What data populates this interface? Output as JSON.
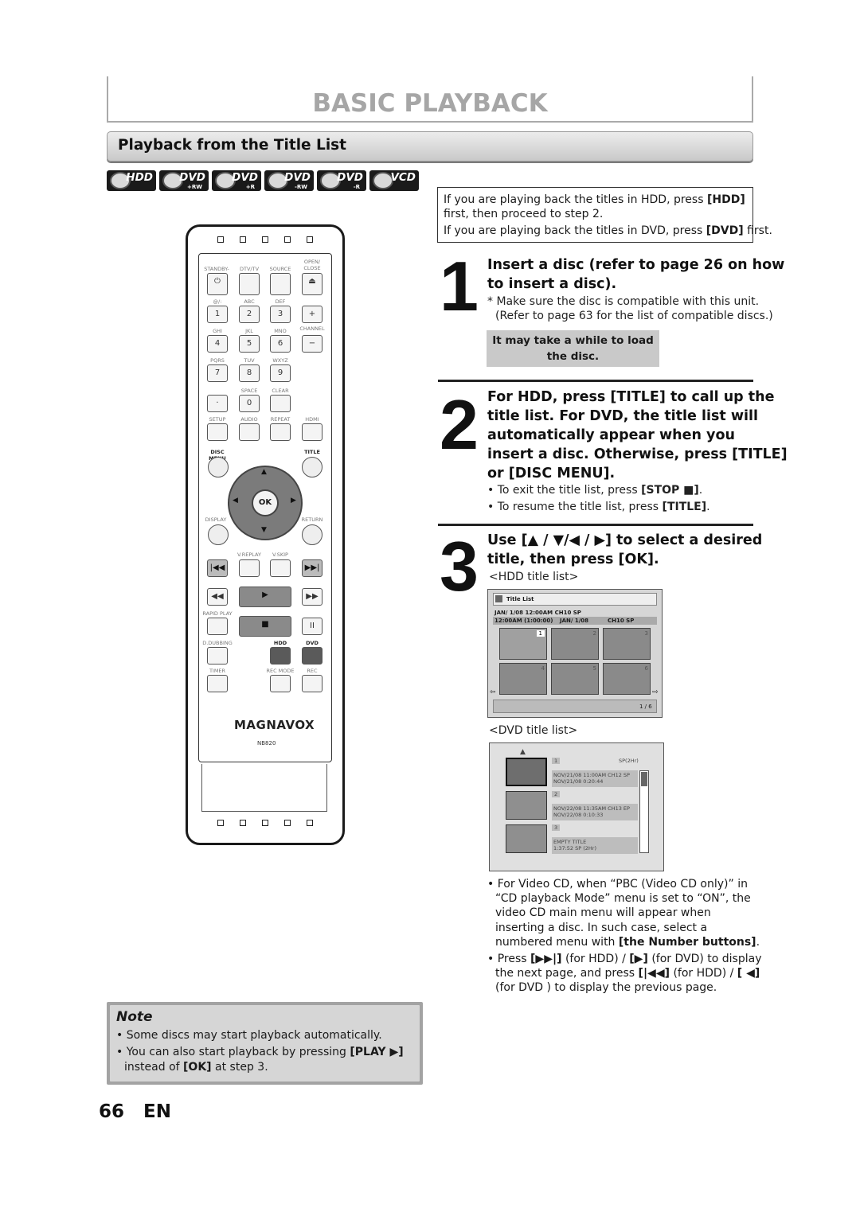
{
  "header": {
    "title": "BASIC PLAYBACK",
    "section_title": "Playback from the Title List"
  },
  "badges": [
    {
      "label": "HDD",
      "sub": ""
    },
    {
      "label": "DVD",
      "sub": "+RW"
    },
    {
      "label": "DVD",
      "sub": "+R"
    },
    {
      "label": "DVD",
      "sub": "-RW"
    },
    {
      "label": "DVD",
      "sub": "-R"
    },
    {
      "label": "VCD",
      "sub": ""
    }
  ],
  "remote": {
    "labels": {
      "standby": "STANDBY-ON",
      "dtvtv": "DTV/TV",
      "source": "SOURCE",
      "open_close": "OPEN/ CLOSE",
      "at": "@/:",
      "abc": "ABC",
      "def": "DEF",
      "ghi": "GHI",
      "jkl": "JKL",
      "mno": "MNO",
      "channel": "CHANNEL",
      "pqrs": "PQRS",
      "tuv": "TUV",
      "wxyz": "WXYZ",
      "space": "SPACE",
      "clear": "CLEAR",
      "setup": "SETUP",
      "audio": "AUDIO",
      "repeat": "REPEAT",
      "hdmi": "HDMI",
      "disc_menu": "DISC MENU",
      "title": "TITLE",
      "ok": "OK",
      "display": "DISPLAY",
      "return": "RETURN",
      "vreplay": "V.REPLAY",
      "vskip": "V.SKIP",
      "rapid_play": "RAPID PLAY",
      "d_dubbing": "D.DUBBING",
      "hdd": "HDD",
      "dvd": "DVD",
      "timer": "TIMER",
      "rec_mode": "REC MODE",
      "rec": "REC"
    },
    "digits": [
      "1",
      "2",
      "3",
      "4",
      "5",
      "6",
      "7",
      "8",
      "9",
      "0"
    ],
    "brand": "MAGNAVOX",
    "model": "NB820"
  },
  "info_box": {
    "line1": "If you are playing back the titles in HDD, press",
    "line1_key": "[HDD]",
    "line2": "first, then proceed to step 2.",
    "line3": "If you are playing back the titles in DVD, press",
    "line3_key": "[DVD]",
    "line3_end": "first."
  },
  "step1": {
    "number": "1",
    "heading_line1": "Insert a disc (refer to page 26 on how",
    "heading_line2": "to insert a disc).",
    "note_line1": "* Make sure the disc is compatible with this unit.",
    "note_line2": "(Refer to page 63 for the list of compatible discs.)",
    "grey_line1": "It may take a while to load",
    "grey_line2": "the disc."
  },
  "step2": {
    "number": "2",
    "heading_lines": [
      "For HDD, press [TITLE] to call up the",
      "title list. For DVD, the title list will",
      "automatically appear when you",
      "insert a disc. Otherwise, press [TITLE]",
      "or [DISC MENU]."
    ],
    "bullet1": "To exit the title list, press",
    "bullet1_key": "[STOP ■]",
    "bullet1_end": ".",
    "bullet2": "To resume the title list, press",
    "bullet2_key": "[TITLE]",
    "bullet2_end": "."
  },
  "step3": {
    "number": "3",
    "heading_line1": "Use [▲ / ▼/◀ / ▶] to select a desired",
    "heading_line2": "title, then press [OK].",
    "hdd_caption": "<HDD title list>",
    "dvd_caption": "<DVD title list>"
  },
  "hdd_screen": {
    "title": "Title List",
    "info_row1": "JAN/ 1/08 12:00AM  CH10  SP",
    "info_row2_a": "12:00AM (1:00:00)",
    "info_row2_b": "JAN/  1/08",
    "info_row2_c": "CH10   SP",
    "thumb_numbers": [
      "1",
      "2",
      "3",
      "4",
      "5",
      "6"
    ],
    "page": "1 / 6"
  },
  "dvd_screen": {
    "items": [
      {
        "num": "1",
        "mode": "SP(2Hr)",
        "l1": "NOV/21/08  11:00AM CH12  SP",
        "l2": "NOV/21/08    0:20:44"
      },
      {
        "num": "2",
        "mode": "",
        "l1": "NOV/22/08  11:35AM CH13  EP",
        "l2": "NOV/22/08    0:10:33"
      },
      {
        "num": "3",
        "mode": "",
        "l1": "EMPTY TITLE",
        "l2": "1:37:52  SP  (2Hr)"
      }
    ]
  },
  "bottom_bullets": {
    "b1_l1": "For Video CD, when “PBC (Video CD only)” in",
    "b1_l2": "“CD playback Mode” menu is set to “ON”, the",
    "b1_l3": "video CD main menu will appear when",
    "b1_l4": "inserting a disc. In such case, select a",
    "b1_l5": "numbered menu with",
    "b1_l5_key": "[the Number buttons]",
    "b1_l5_end": ".",
    "b2_l1_a": "Press",
    "b2_l1_k1": "[▶▶|]",
    "b2_l1_b": "(for HDD) /",
    "b2_l1_k2": "[▶]",
    "b2_l1_c": "(for DVD) to display",
    "b2_l2_a": "the next page, and press",
    "b2_l2_k1": "[|◀◀]",
    "b2_l2_b": "(for HDD) /",
    "b2_l2_k2": "[ ◀]",
    "b2_l3": "(for DVD ) to display the previous page."
  },
  "note": {
    "title": "Note",
    "b1": "Some discs may start playback automatically.",
    "b2_a": "You can also start playback by pressing",
    "b2_key": "[PLAY ▶]",
    "b2_l2_a": "instead of",
    "b2_l2_key": "[OK]",
    "b2_l2_b": "at step 3."
  },
  "footer": {
    "page": "66",
    "lang": "EN"
  }
}
